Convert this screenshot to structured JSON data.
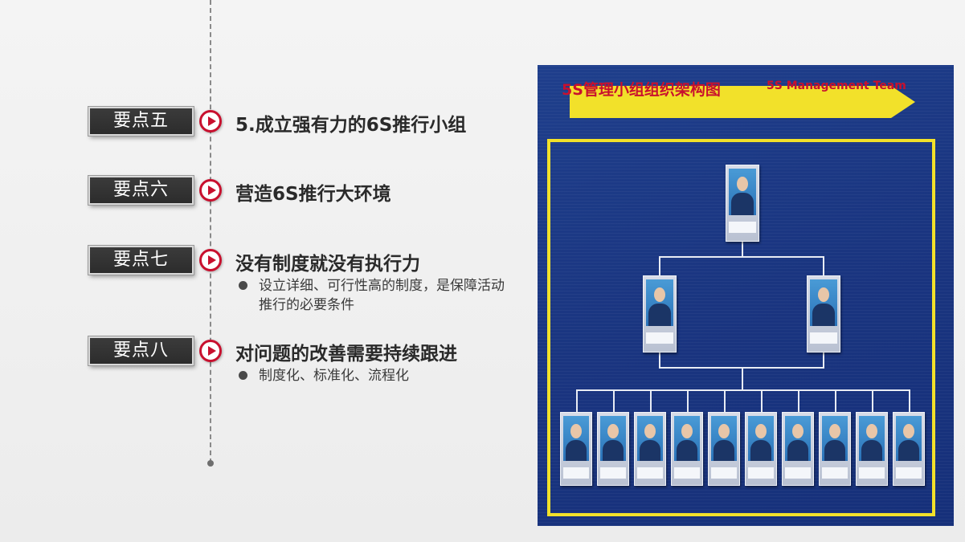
{
  "points": [
    {
      "label": "要点五",
      "heading": "5.成立强有力的6S推行小组",
      "bullets": []
    },
    {
      "label": "要点六",
      "heading": "营造6S推行大环境",
      "bullets": []
    },
    {
      "label": "要点七",
      "heading": "没有制度就没有执行力",
      "bullets": [
        "设立详细、可行性高的制度，是保障活动推行的必要条件"
      ]
    },
    {
      "label": "要点八",
      "heading": "对问题的改善需要持续跟进",
      "bullets": [
        "制度化、标准化、流程化"
      ]
    }
  ],
  "photo": {
    "banner_title": "5S管理小组组织架构图",
    "banner_subtitle": "5S Management Team"
  },
  "colors": {
    "accent": "#c8102e",
    "label_bg": "#333333",
    "banner": "#f2e12a",
    "board": "#1f3f8c"
  }
}
